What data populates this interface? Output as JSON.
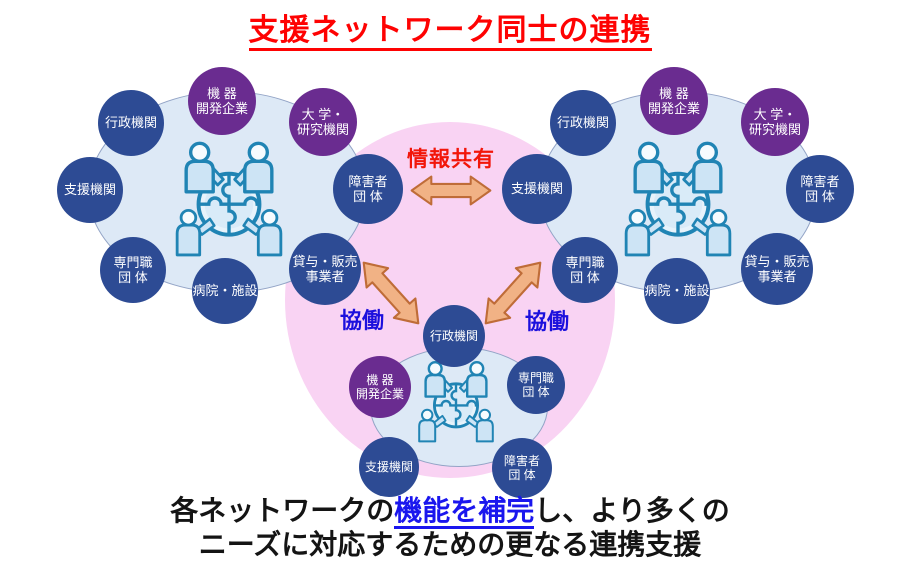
{
  "title": "支援ネットワーク同士の連携",
  "relations": {
    "info_share_label": "情報共有",
    "collab_left_label": "協働",
    "collab_right_label": "協働"
  },
  "caption": {
    "line1_pre": "各ネットワークの",
    "line1_link": "機能を補完",
    "line1_post": "し、より多くの",
    "line2": "ニーズに対応するための更なる連携支援"
  },
  "networks": {
    "left": {
      "nodes": [
        {
          "label": "行政機関",
          "type": "blue"
        },
        {
          "label": "機 器\n開発企業",
          "type": "purple"
        },
        {
          "label": "大 学・\n研究機関",
          "type": "purple"
        },
        {
          "label": "支援機関",
          "type": "blue"
        },
        {
          "label": "障害者\n団 体",
          "type": "blue"
        },
        {
          "label": "専門職\n団 体",
          "type": "blue"
        },
        {
          "label": "病院・施設",
          "type": "blue"
        },
        {
          "label": "貸与・販売\n事業者",
          "type": "blue"
        }
      ]
    },
    "right": {
      "nodes": [
        {
          "label": "行政機関",
          "type": "blue"
        },
        {
          "label": "機 器\n開発企業",
          "type": "purple"
        },
        {
          "label": "大 学・\n研究機関",
          "type": "purple"
        },
        {
          "label": "支援機関",
          "type": "blue"
        },
        {
          "label": "障害者\n団 体",
          "type": "blue"
        },
        {
          "label": "専門職\n団 体",
          "type": "blue"
        },
        {
          "label": "病院・施設",
          "type": "blue"
        },
        {
          "label": "貸与・販売\n事業者",
          "type": "blue"
        }
      ]
    },
    "bottom": {
      "nodes": [
        {
          "label": "行政機関",
          "type": "blue"
        },
        {
          "label": "機 器\n開発企業",
          "type": "purple"
        },
        {
          "label": "専門職\n団 体",
          "type": "blue"
        },
        {
          "label": "支援機関",
          "type": "blue"
        },
        {
          "label": "障害者\n団 体",
          "type": "blue"
        }
      ]
    }
  },
  "icons": {
    "team_puzzle": "team-collaboration-puzzle-icon",
    "double_arrow": "double-headed-arrow-icon"
  },
  "colors": {
    "node_blue": "#2d4b94",
    "node_purple": "#6a2c90",
    "network_ellipse_fill": "#dde9f6",
    "hub_pink": "#f9d3f3",
    "arrow_fill": "#f1b285",
    "arrow_stroke": "#bf6c38",
    "info_share_red": "#f2160a",
    "collab_blue": "#1c10dd",
    "title_red": "#fe0202",
    "link_blue": "#1a16ee",
    "icon_teal": "#2084b4"
  }
}
